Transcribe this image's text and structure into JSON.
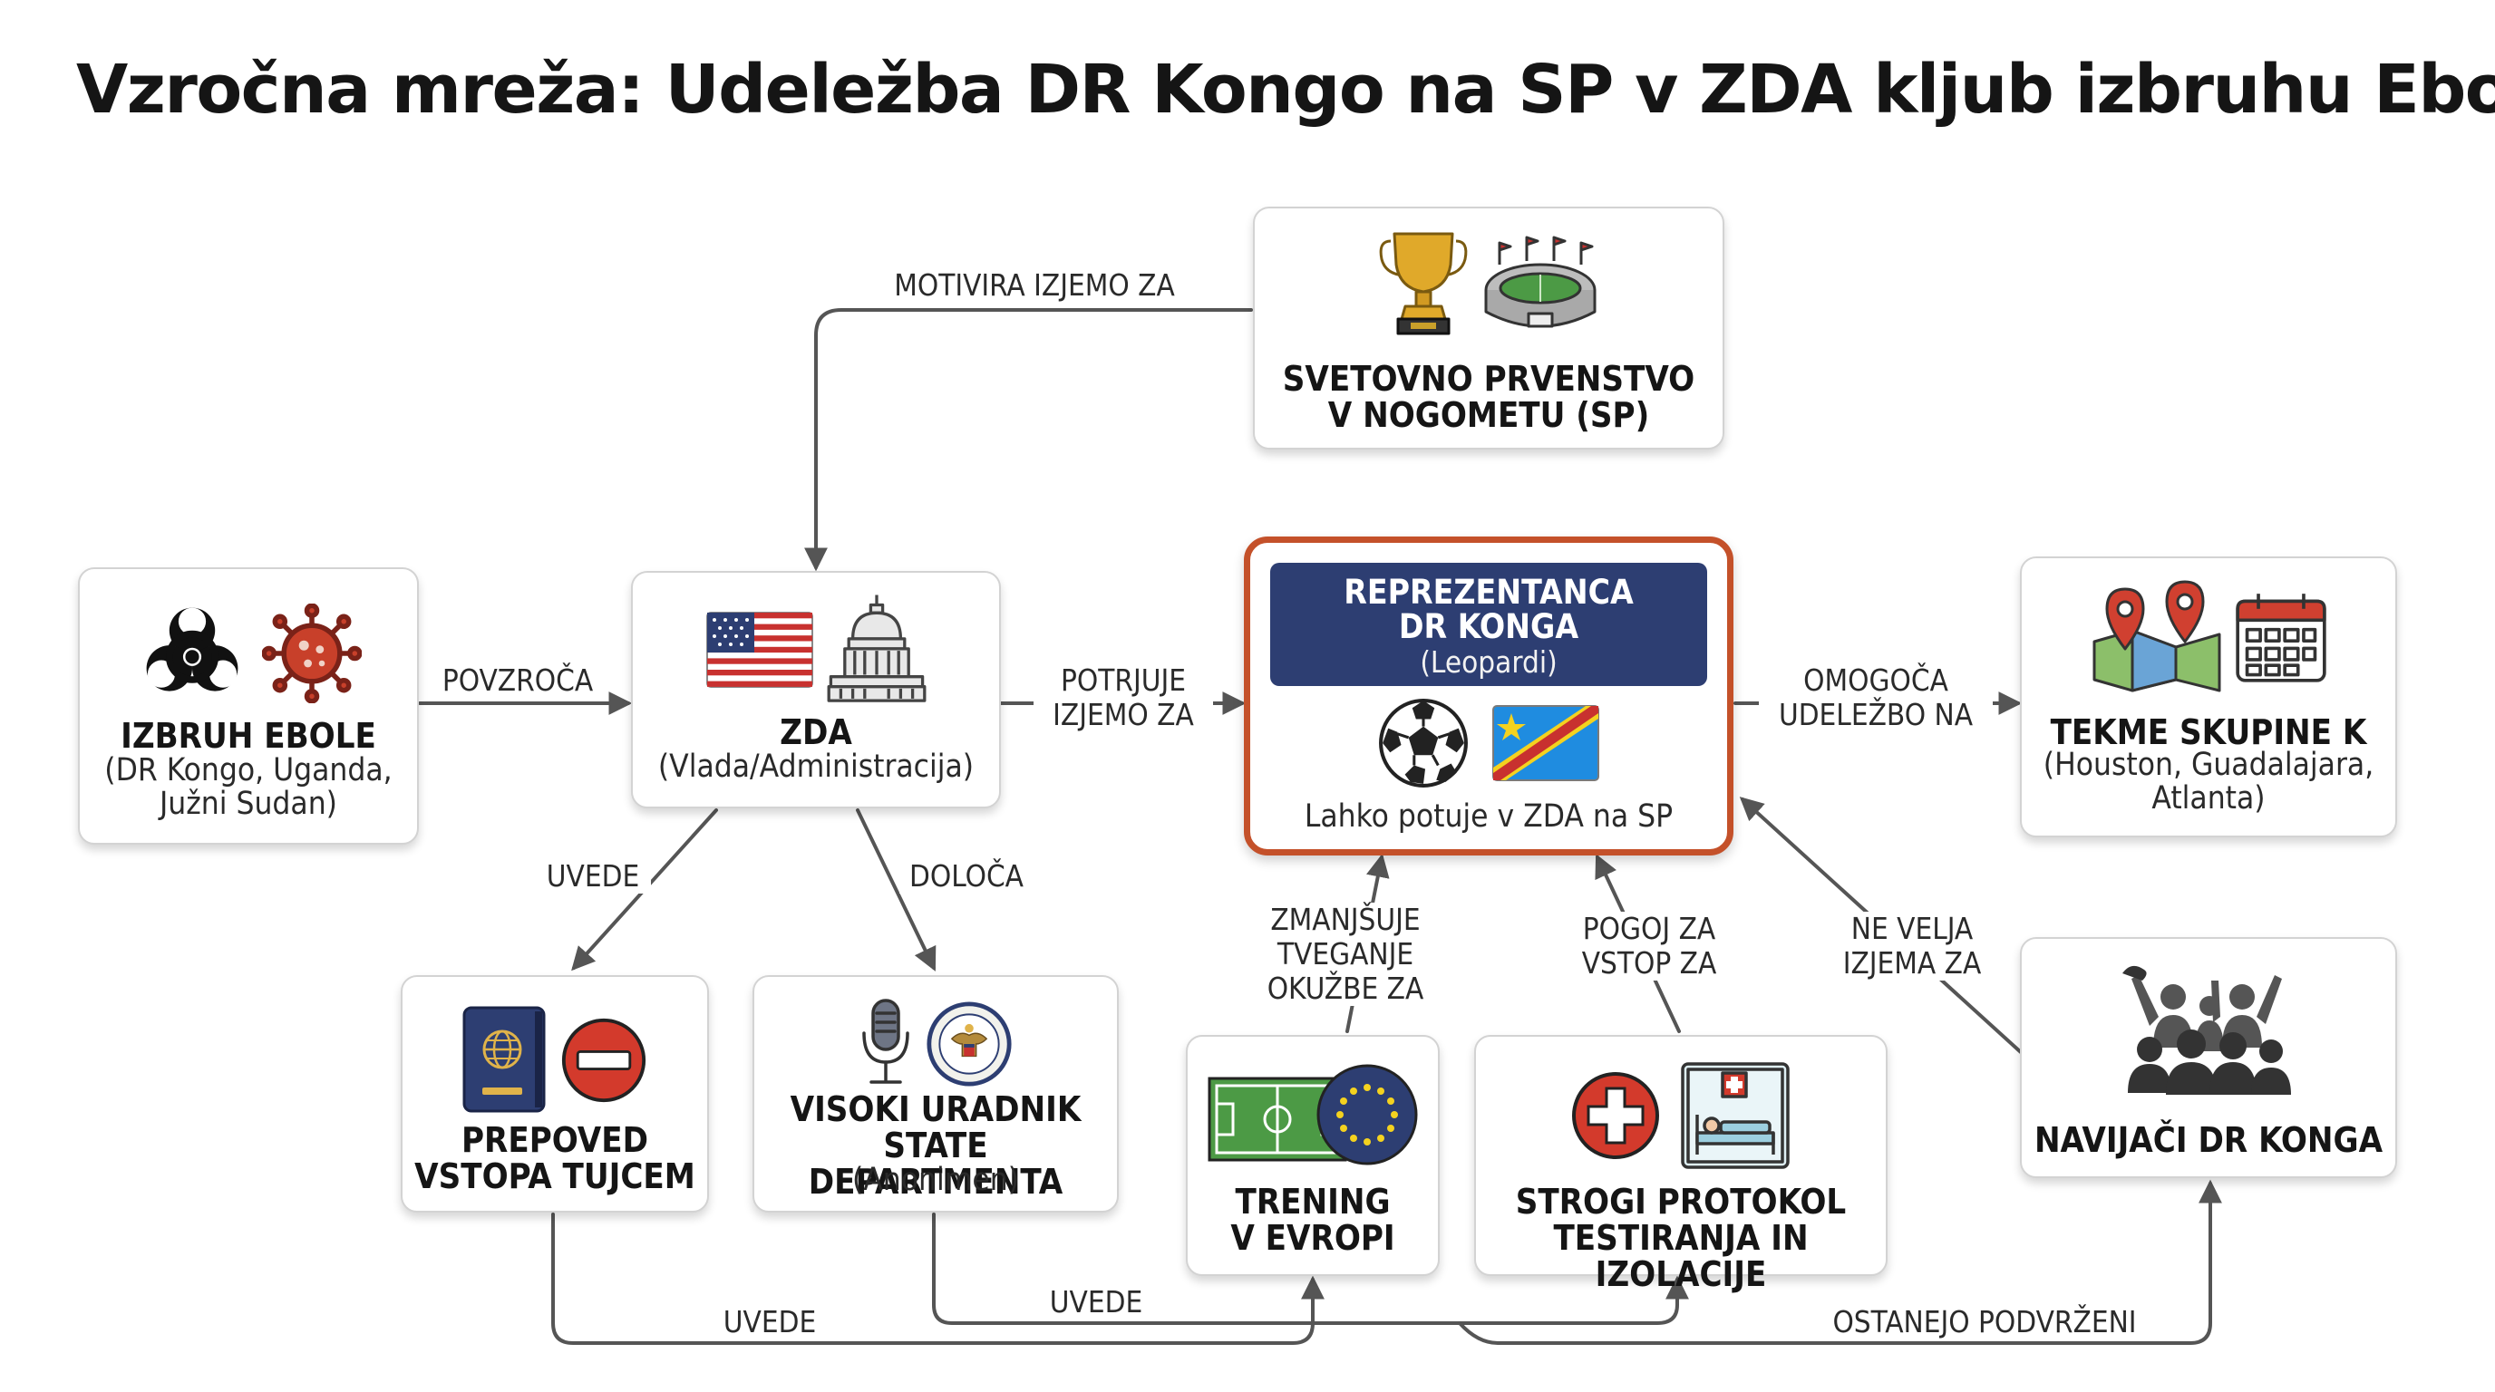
{
  "title": "Vzročna mreža: Udeležba DR Kongo na SP v ZDA kljub izbruhu Ebole",
  "colors": {
    "main_border": "#c4512a",
    "banner": "#2d3e72",
    "arrow": "#555555",
    "box_border": "#d3d3d3"
  },
  "nodes": {
    "ebola": {
      "title": "IZBRUH EBOLE",
      "subtitle": "(DR Kongo, Uganda,\nJužni Sudan)",
      "icons": [
        "biohazard-icon",
        "virus-icon"
      ]
    },
    "usa": {
      "title": "ZDA",
      "subtitle": "(Vlada/Administracija)",
      "icons": [
        "us-flag-icon",
        "capitol-icon"
      ]
    },
    "worldcup": {
      "title": "SVETOVNO PRVENSTVO\nV NOGOMETU (SP)",
      "icons": [
        "trophy-icon",
        "stadium-icon"
      ]
    },
    "team": {
      "title": "REPREZENTANCA\nDR KONGA",
      "subtitle": "(Leopardi)",
      "note": "Lahko potuje v ZDA na SP",
      "icons": [
        "football-icon",
        "drc-flag-icon"
      ]
    },
    "matches": {
      "title": "TEKME SKUPINE K",
      "subtitle": "(Houston, Guadalajara,\nAtlanta)",
      "icons": [
        "map-pins-icon",
        "calendar-icon"
      ]
    },
    "ban": {
      "title": "PREPOVED\nVSTOPA TUJCEM",
      "icons": [
        "passport-icon",
        "no-entry-icon"
      ]
    },
    "official": {
      "title": "VISOKI URADNIK\nSTATE DEPARTMENTA",
      "subtitle": "(Anonimen)",
      "icons": [
        "microphone-icon",
        "state-dept-seal-icon"
      ]
    },
    "training": {
      "title": "TRENING\nV EVROPI",
      "icons": [
        "football-pitch-icon",
        "eu-flag-icon"
      ]
    },
    "protocol": {
      "title": "STROGI PROTOKOL\nTESTIRANJA IN IZOLACIJE",
      "icons": [
        "medical-cross-icon",
        "isolation-ward-icon"
      ]
    },
    "fans": {
      "title": "NAVIJAČI DR KONGA",
      "icons": [
        "crowd-icon"
      ]
    }
  },
  "edges": [
    {
      "id": "ebola-usa",
      "label": "POVZROČA"
    },
    {
      "id": "wc-usa",
      "label": "MOTIVIRA IZJEMO ZA"
    },
    {
      "id": "usa-team",
      "label": "POTRJUJE\nIZJEMO ZA"
    },
    {
      "id": "team-matches",
      "label": "OMOGOČA\nUDELEŽBO NA"
    },
    {
      "id": "usa-ban",
      "label": "UVEDE"
    },
    {
      "id": "usa-official",
      "label": "DOLOČA"
    },
    {
      "id": "training-team",
      "label": "ZMANJŠUJE\nTVEGANJE\nOKUŽBE ZA"
    },
    {
      "id": "protocol-team",
      "label": "POGOJ ZA\nVSTOP ZA"
    },
    {
      "id": "fans-team",
      "label": "NE VELJA\nIZJEMA ZA"
    },
    {
      "id": "ban-training",
      "label": "UVEDE"
    },
    {
      "id": "official-protocol",
      "label": "UVEDE"
    },
    {
      "id": "ban-fans",
      "label": "OSTANEJO PODVRŽENI"
    }
  ]
}
